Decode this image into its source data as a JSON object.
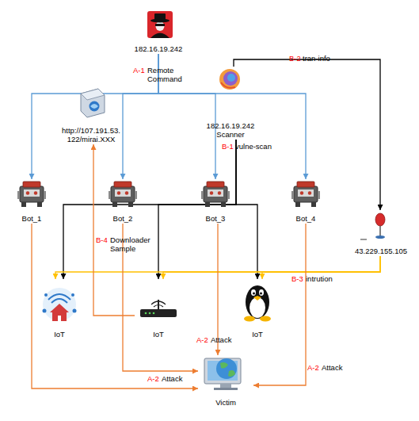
{
  "diagram": {
    "nodes": [
      {
        "text": [
          "182.16.19.242"
        ]
      },
      {
        "text": [
          "http://107.191.53. 122/mirai.XXX"
        ]
      },
      {
        "text": [
          "182.16.19.242 Scanner"
        ]
      },
      {
        "text": [
          "Bot_1"
        ]
      },
      {
        "text": [
          "Bot_2"
        ]
      },
      {
        "text": [
          "Bot_3"
        ]
      },
      {
        "text": [
          "Bot_4"
        ]
      },
      {
        "text": [
          "43.229.155.105"
        ]
      },
      {
        "text": [
          "IoT"
        ]
      },
      {
        "text": [
          "IoT"
        ]
      },
      {
        "text": [
          "IoT"
        ]
      },
      {
        "text": [
          "Victim"
        ]
      }
    ],
    "edges": [
      {
        "from": 0,
        "to": 3,
        "arrow": "to"
      },
      {
        "from": 0,
        "to": 4,
        "arrow": "to"
      },
      {
        "from": 0,
        "to": 5,
        "arrow": "to"
      },
      {
        "from": 0,
        "to": 6,
        "arrow": "to"
      },
      {
        "from": 2,
        "to": 7,
        "arrow": "to"
      },
      {
        "from": 2,
        "to": 8,
        "arrow": "to"
      },
      {
        "from": 2,
        "to": 9,
        "arrow": "to"
      },
      {
        "from": 2,
        "to": 10,
        "arrow": "to"
      },
      {
        "from": 7,
        "to": 8,
        "arrow": "to"
      },
      {
        "from": 7,
        "to": 9,
        "arrow": "to"
      },
      {
        "from": 7,
        "to": 10,
        "arrow": "to"
      },
      {
        "from": 9,
        "to": 1,
        "arrow": "to"
      },
      {
        "from": 3,
        "to": 11,
        "arrow": "to"
      },
      {
        "from": 4,
        "to": 11,
        "arrow": "to"
      },
      {
        "from": 5,
        "to": 11,
        "arrow": "to"
      },
      {
        "from": 6,
        "to": 11,
        "arrow": "to"
      }
    ],
    "labels": [
      "A-1",
      "Remote Command",
      "B-2",
      "tran-info",
      "B-1",
      "vulne-scan",
      "B-4",
      "Downloader Sample",
      "B-3",
      "intrution",
      "A-2",
      "Attack",
      "A-2",
      "Attack",
      "A-2",
      "Attack"
    ]
  }
}
